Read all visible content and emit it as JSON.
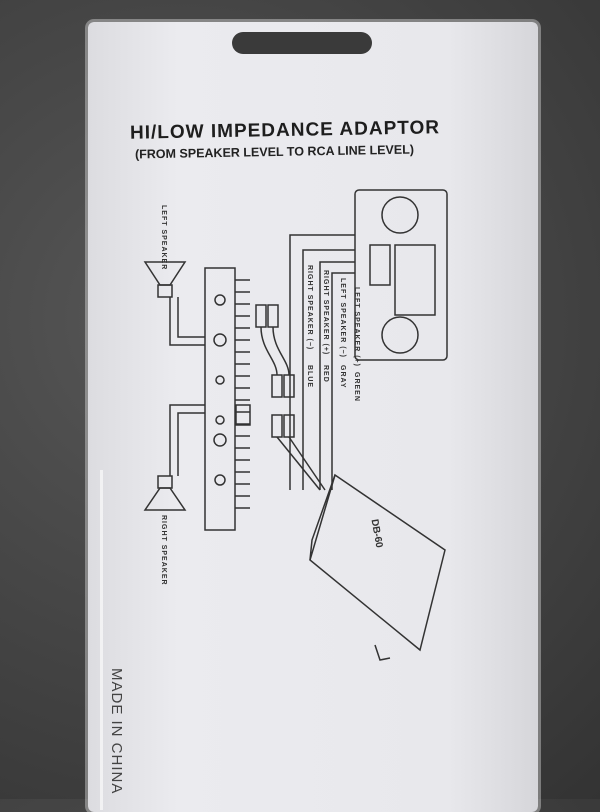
{
  "title": "HI/LOW IMPEDANCE ADAPTOR",
  "subtitle": "(FROM SPEAKER LEVEL TO RCA LINE LEVEL)",
  "left_speaker": "LEFT SPEAKER",
  "right_speaker": "RIGHT SPEAKER",
  "wires": [
    {
      "label": "LEFT SPEAKER (+)",
      "color": "GREEN"
    },
    {
      "label": "LEFT SPEAKER (−)",
      "color": "GRAY"
    },
    {
      "label": "RIGHT SPEAKER (+)",
      "color": "RED"
    },
    {
      "label": "RIGHT SPEAKER (−)",
      "color": "BLUE"
    }
  ],
  "model": "DB-60",
  "origin": "MADE IN CHINA"
}
